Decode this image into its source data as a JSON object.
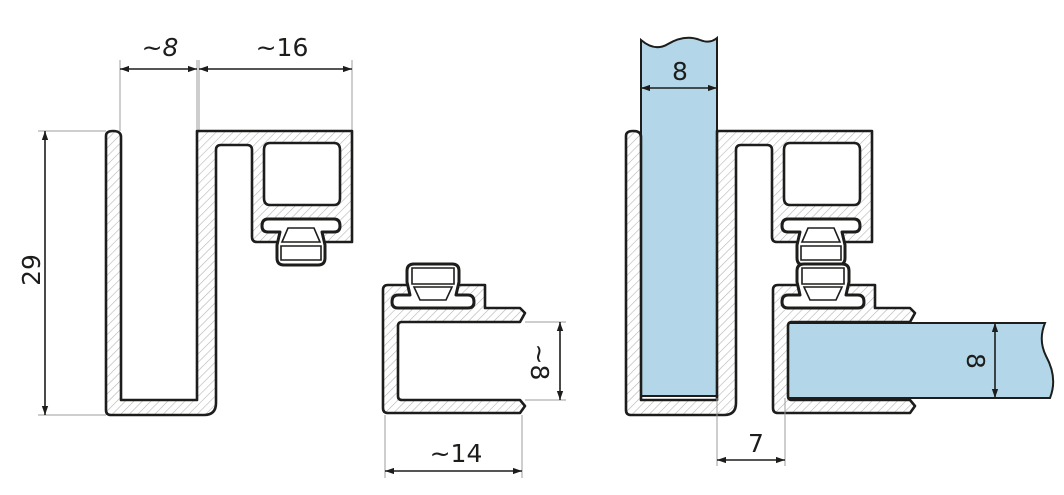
{
  "colors": {
    "glass": "#b3d7e8",
    "outline": "#1d1d1b",
    "hatch": "#b5b5b5",
    "extension_lines": "#9d9d9c"
  },
  "profile_a": {
    "dim_opening": "~8",
    "dim_width": "~16",
    "dim_height": "29"
  },
  "profile_b": {
    "dim_opening": "~8",
    "dim_width": "~14"
  },
  "assembly": {
    "dim_glass_vertical": "8",
    "dim_glass_horizontal": "8",
    "dim_gap": "7"
  }
}
